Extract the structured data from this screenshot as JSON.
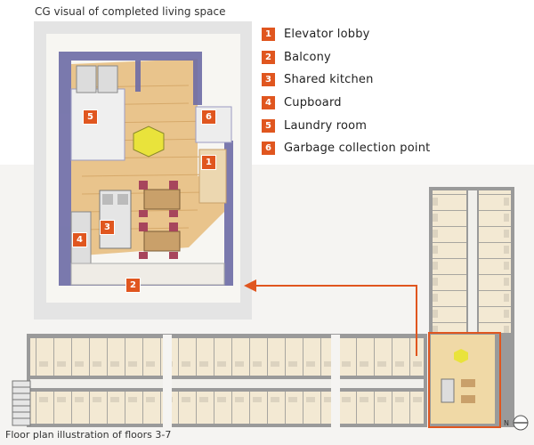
{
  "cg": {
    "title": "CG visual of completed living space"
  },
  "legend": [
    {
      "num": "1",
      "label": "Elevator lobby"
    },
    {
      "num": "2",
      "label": "Balcony"
    },
    {
      "num": "3",
      "label": "Shared kitchen"
    },
    {
      "num": "4",
      "label": "Cupboard"
    },
    {
      "num": "5",
      "label": "Laundry room"
    },
    {
      "num": "6",
      "label": "Garbage collection point"
    }
  ],
  "plan": {
    "caption": "Floor plan illustration of floors 3-7",
    "compass_letter": "N"
  },
  "colors": {
    "accent": "#e0561f",
    "wood_floor": "#e8c38a",
    "wall": "#6d6ca6"
  }
}
